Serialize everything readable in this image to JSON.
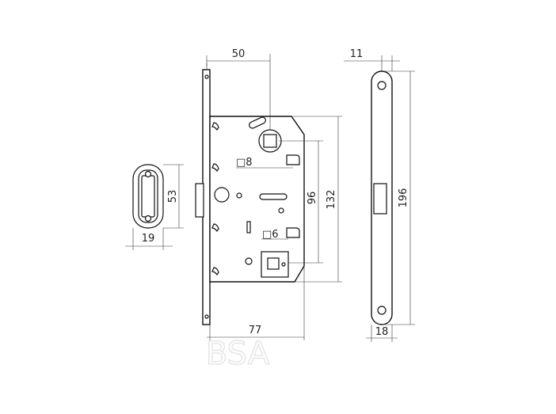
{
  "dimensions": {
    "backset": "50",
    "spindle": "□8",
    "cylinder_center": "96",
    "body_height": "132",
    "square": "□6",
    "depth": "77",
    "strike_height": "53",
    "strike_width": "19",
    "faceplate_thickness": "11",
    "faceplate_height": "196",
    "faceplate_width": "18"
  },
  "watermark": "BSA"
}
